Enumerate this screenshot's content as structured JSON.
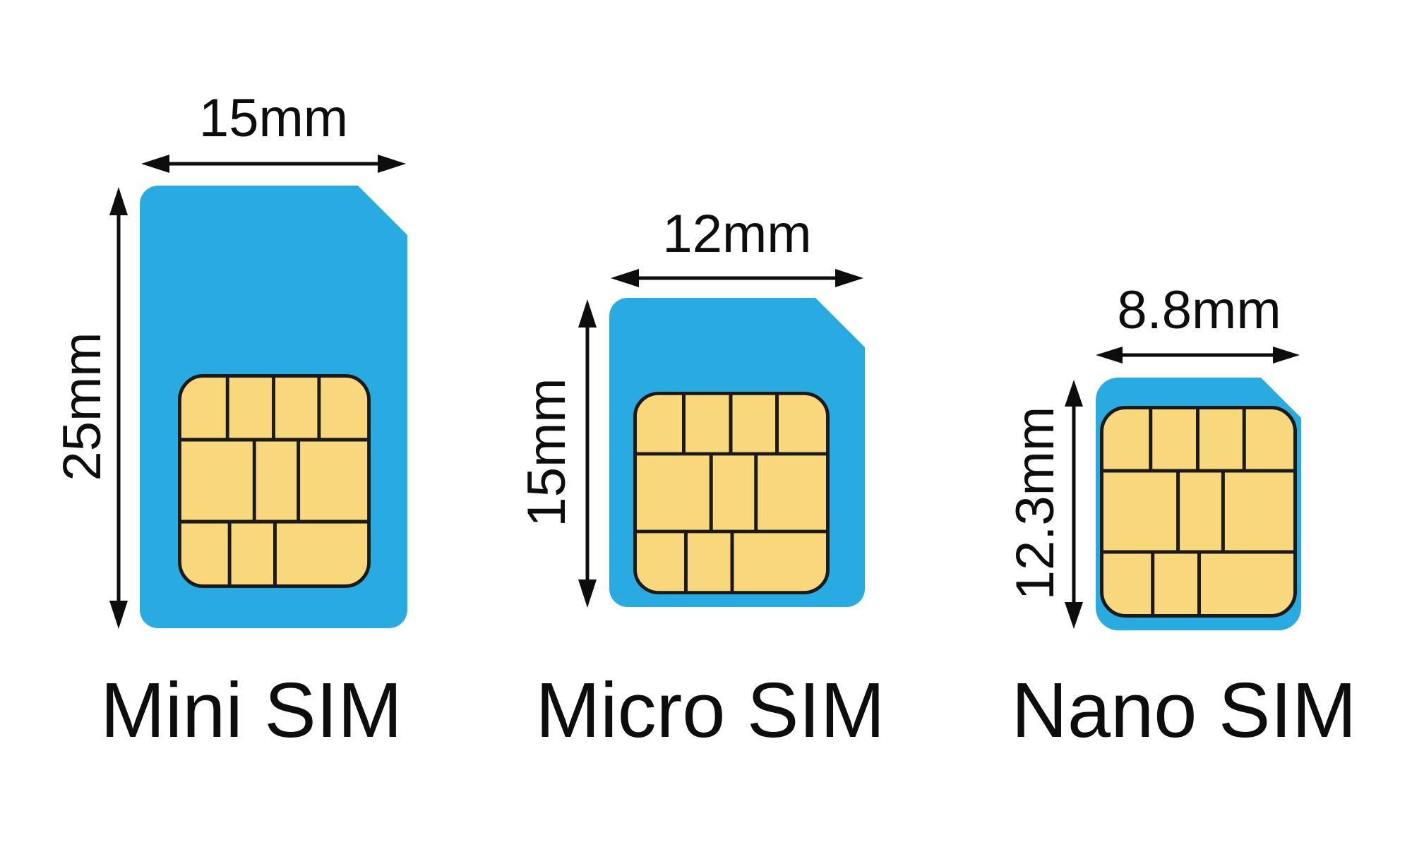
{
  "colors": {
    "background": "#FFFFFF",
    "card_blue": "#29ABE2",
    "chip_gold": "#F8D77D",
    "chip_line": "#1A1A1A",
    "ink": "#0D0D0D"
  },
  "cards": [
    {
      "name": "Mini SIM",
      "width_label": "15mm",
      "height_label": "25mm"
    },
    {
      "name": "Micro SIM",
      "width_label": "12mm",
      "height_label": "15mm"
    },
    {
      "name": "Nano SIM",
      "width_label": "8.8mm",
      "height_label": "12.3mm"
    }
  ]
}
